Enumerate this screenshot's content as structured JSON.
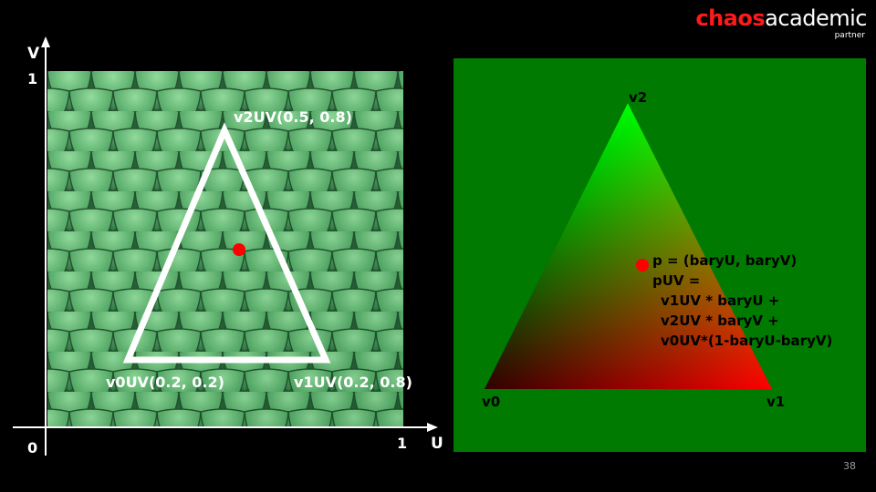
{
  "logo": {
    "brand_red": "chaos",
    "brand_white": "academic",
    "subtitle": "partner"
  },
  "page_number": "38",
  "uv_panel": {
    "axis_v_label": "V",
    "axis_u_label": "U",
    "tick_v_one": "1",
    "tick_origin": "0",
    "tick_u_one": "1",
    "texture": "green-dragon-scales",
    "v0_label": "v0UV(0.2, 0.2)",
    "v1_label": "v1UV(0.2, 0.8)",
    "v2_label": "v2UV(0.5, 0.8)",
    "triangle_color": "#ffffff",
    "point_color": "#ff0000"
  },
  "bary_panel": {
    "background": "#007a00",
    "v0_label": "v0",
    "v1_label": "v1",
    "v2_label": "v2",
    "v0_color": "#000000",
    "v1_color": "#ff0000",
    "v2_color": "#00ff00",
    "point_color": "#ff0000",
    "formula_lines": [
      "p = (baryU, baryV)",
      "pUV =",
      "v1UV * baryU +",
      "v2UV * baryV +",
      "v0UV*(1-baryU-baryV)"
    ]
  }
}
